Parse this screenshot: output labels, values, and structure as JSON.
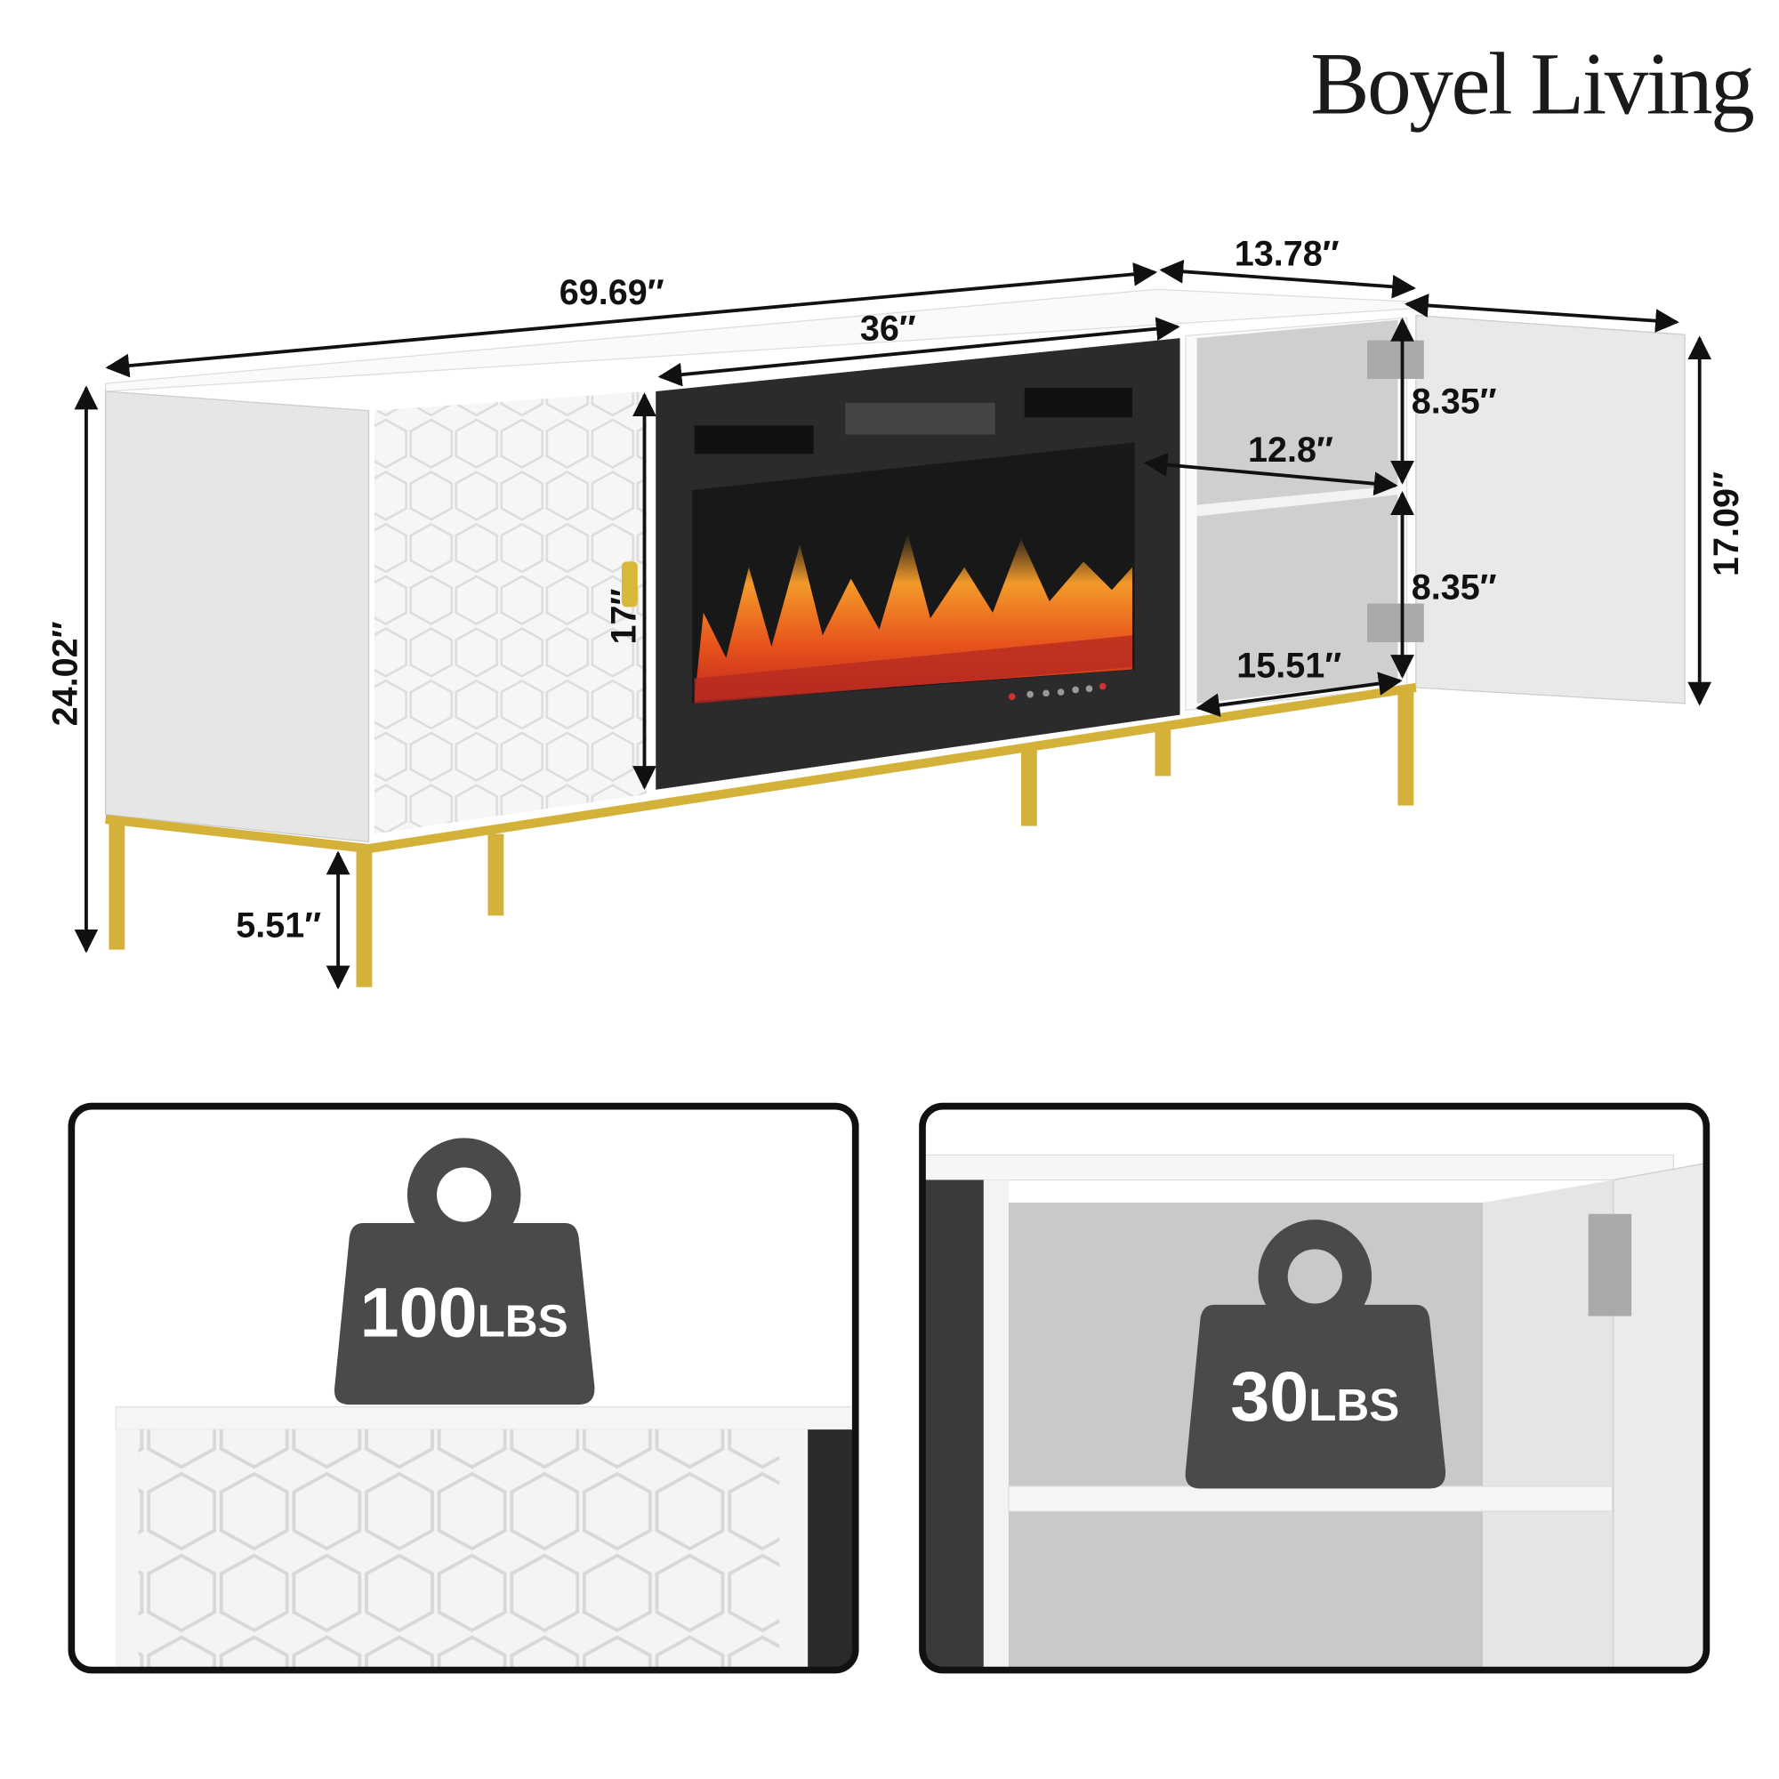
{
  "brand": "Boyel Living",
  "dimensions": {
    "total_length": "69.69″",
    "depth": "13.78″",
    "fireplace_width": "36″",
    "fireplace_height": "17″",
    "total_height": "24.02″",
    "leg_height": "5.51″",
    "shelf_upper_height": "8.35″",
    "shelf_lower_height": "8.35″",
    "shelf_depth": "12.8″",
    "shelf_width": "15.51″",
    "door_height": "17.09″"
  },
  "weight_panels": [
    {
      "value": "100",
      "unit": "LBS"
    },
    {
      "value": "30",
      "unit": "LBS"
    }
  ],
  "colors": {
    "cabinet": "#f4f4f4",
    "gold_frame": "#d4b23a",
    "fireplace": "#2a2a2a",
    "weight_icon": "#4a4a4a"
  }
}
